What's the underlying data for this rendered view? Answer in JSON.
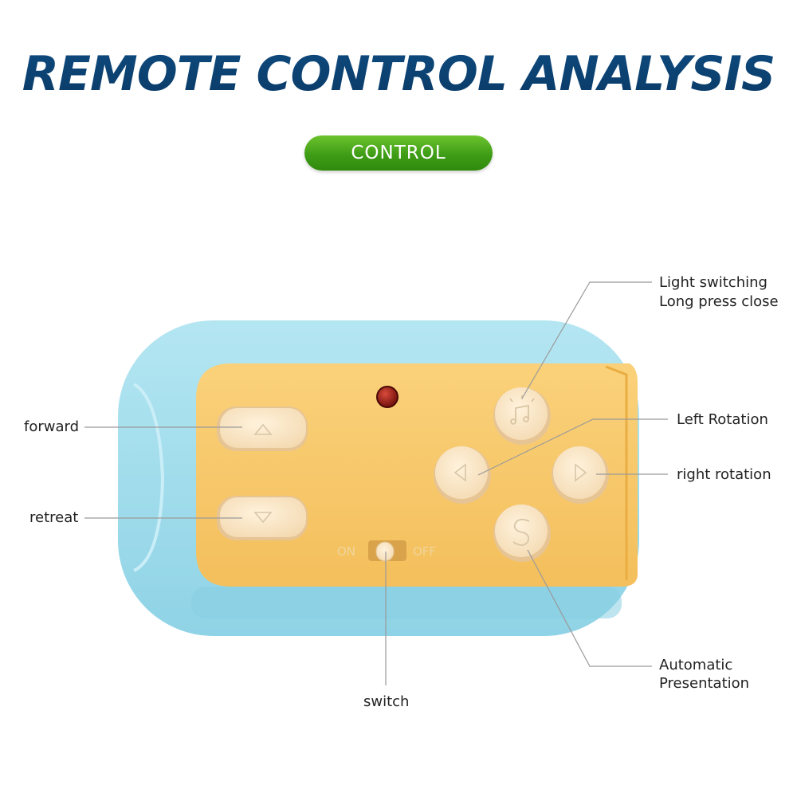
{
  "title": "REMOTE CONTROL ANALYSIS",
  "badge": "CONTROL",
  "switch_marks": {
    "on": "ON",
    "off": "OFF"
  },
  "labels": {
    "forward": "forward",
    "retreat": "retreat",
    "switch": "switch",
    "light_line1": "Light switching",
    "light_line2": "Long press close",
    "left_rotation": "Left Rotation",
    "right_rotation": "right rotation",
    "auto_line1": "Automatic",
    "auto_line2": "Presentation"
  },
  "colors": {
    "title": "#0d3f6e",
    "badge_green": "#3f9c16",
    "body_blue": "#9fdcec",
    "panel_yellow": "#f8c86a",
    "button_cream": "#fbe6c8",
    "led_red": "#8a1410"
  }
}
